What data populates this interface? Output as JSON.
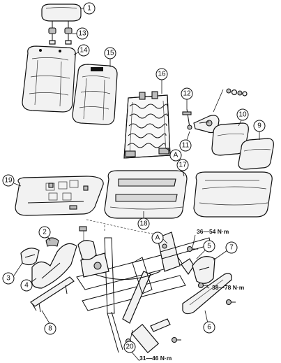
{
  "callouts": {
    "c1": "1",
    "c2": "2",
    "c3": "3",
    "c4": "4",
    "c5": "5",
    "c6": "6",
    "c7": "7",
    "c8": "8",
    "c9": "9",
    "c10": "10",
    "c11": "11",
    "c12": "12",
    "c13": "13",
    "c14": "14",
    "c15": "15",
    "c16": "16",
    "c17": "17",
    "c18": "18",
    "c19": "19",
    "c20": "20",
    "cA1": "A",
    "cA2": "A"
  },
  "torques": {
    "t1": "36—54 N·m",
    "t2": "38—78 N·m",
    "t3": "31—46 N·m"
  }
}
